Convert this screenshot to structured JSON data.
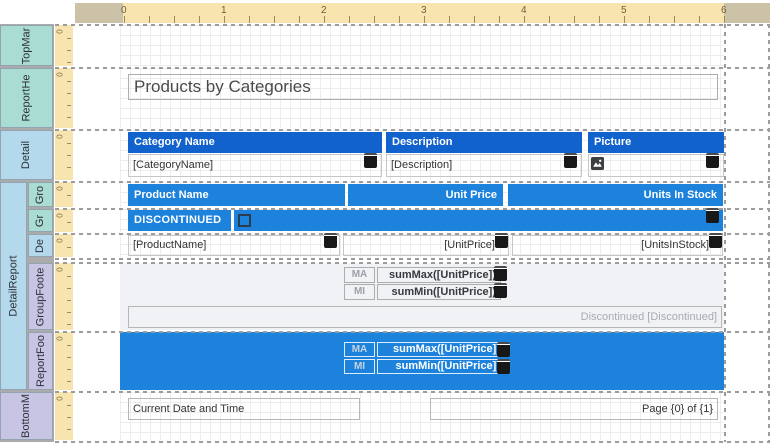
{
  "ruler": {
    "h_numbers": [
      "0",
      "1",
      "2",
      "3",
      "4",
      "5",
      "6"
    ],
    "v_zero": "0"
  },
  "bands": {
    "top_margin": "TopMar",
    "report_header": "ReportHe",
    "detail": "Detail",
    "detail_report": "DetailReport",
    "group_header1": "Gro",
    "group_header2": "Gr",
    "detail1": "De",
    "group_footer": "GroupFoote",
    "report_footer": "ReportFoo",
    "bottom_margin": "BottomM"
  },
  "title": {
    "text": "Products by Categories"
  },
  "category_header": {
    "cells": [
      "Category Name",
      "Description",
      "Picture"
    ]
  },
  "category_fields": {
    "cells": [
      "[CategoryName]",
      "[Description]"
    ]
  },
  "product_header": {
    "cells": [
      "Product Name",
      "Unit Price",
      "Units In Stock"
    ]
  },
  "discontinued_header": {
    "label": "DISCONTINUED"
  },
  "product_fields": {
    "cells": [
      "[ProductName]",
      "[UnitPrice]",
      "[UnitsInStock]"
    ]
  },
  "group_footer": {
    "rows": [
      {
        "tag": "MA",
        "expr": "sumMax([UnitPrice])"
      },
      {
        "tag": "MI",
        "expr": "sumMin([UnitPrice])"
      }
    ],
    "filter_label": "Discontinued [Discontinued]"
  },
  "report_footer": {
    "rows": [
      {
        "tag": "MA",
        "expr": "sumMax([UnitPrice])"
      },
      {
        "tag": "MI",
        "expr": "sumMin([UnitPrice])"
      }
    ]
  },
  "bottom_margin": {
    "datetime": "Current Date and Time",
    "page": "Page {0} of {1}"
  },
  "colors": {
    "header_blue": "#1262cd",
    "band_blue": "#1d82dc",
    "ruler_tan": "#f8e4ae",
    "ruler_gray": "#cbc2a8",
    "label_teal": "#a9dcd2",
    "label_blue": "#b4d9ec",
    "label_lavender": "#c8c5e4",
    "group_footer_bg": "#f1f2f6"
  }
}
